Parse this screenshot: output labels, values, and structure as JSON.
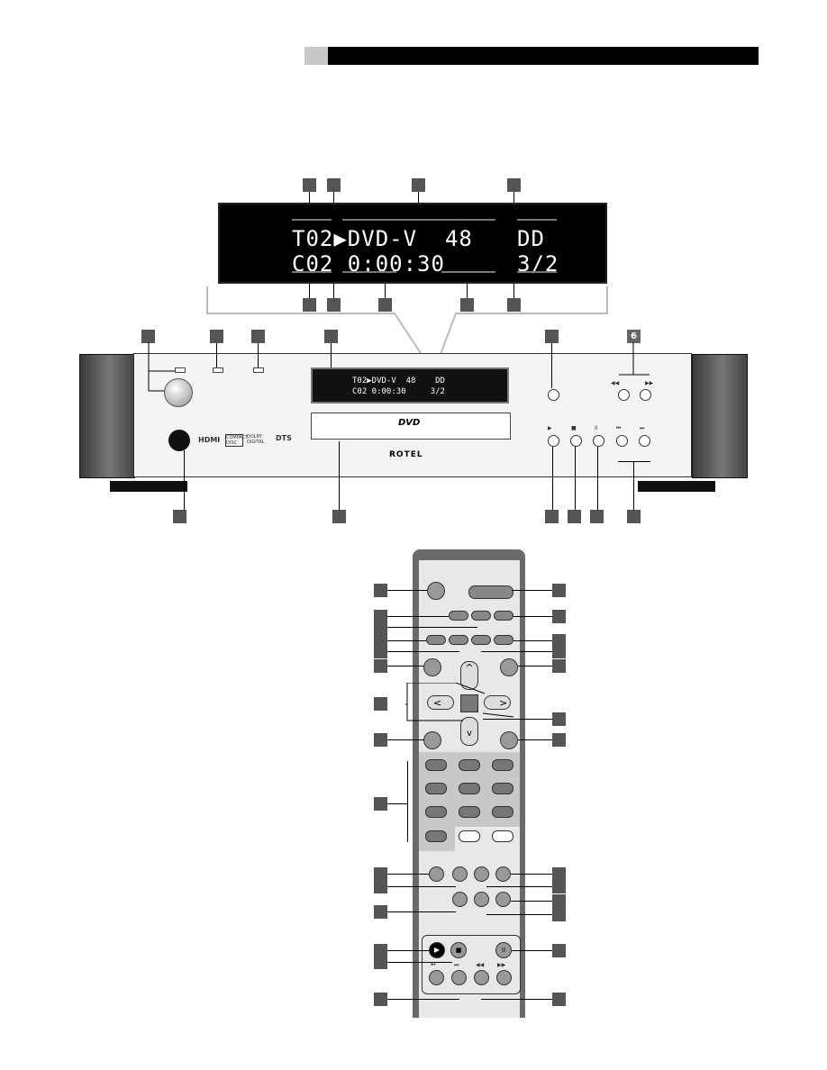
{
  "section_badge": "6",
  "display": {
    "line1_left": "T02▶DVD-V  48",
    "line1_right": "DD",
    "line2_left": "C02 0:00:30",
    "line2_right": "3/2"
  },
  "small_display": {
    "line1": "T02▶DVD-V  48    DD",
    "line2": "C02 0:00:30     3/2"
  },
  "tray_logo": "DVD",
  "brand": "ROTEL",
  "logos": [
    "HDMI",
    "COMPACT DISC",
    "DOLBY DIGITAL",
    "DTS"
  ],
  "transport_icons": {
    "play": "▶",
    "stop": "■",
    "pause": "II",
    "prev": "⏮",
    "next": "⏭",
    "rew": "◀◀",
    "ffw": "▶▶"
  },
  "nav_arrows": {
    "up": "^",
    "down": "v",
    "left": "<",
    "right": ">"
  }
}
